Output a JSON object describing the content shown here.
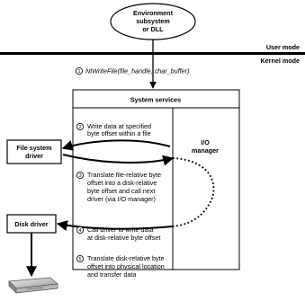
{
  "env_node": {
    "lines": [
      "Environment",
      "subsystem",
      "or DLL"
    ]
  },
  "modes": {
    "user": "User mode",
    "kernel": "Kernel mode"
  },
  "steps": [
    {
      "num": "1",
      "text": [
        "NtWriteFile(file_handle, char_buffer)"
      ]
    },
    {
      "num": "2",
      "text": [
        "Write data at specified",
        "byte offset within a file"
      ]
    },
    {
      "num": "3",
      "text": [
        "Translate file-relative byte",
        "offset into a disk-relative",
        "byte offset and call next",
        "driver (via I/O manager)"
      ]
    },
    {
      "num": "4",
      "text": [
        "Call driver to write data",
        "at disk-relative byte offset"
      ]
    },
    {
      "num": "5",
      "text": [
        "Translate disk-relative byte",
        "offset into physical location",
        "and transfer data"
      ]
    }
  ],
  "system_services": "System services",
  "io_manager": {
    "lines": [
      "I/O",
      "manager"
    ]
  },
  "fs_driver": {
    "lines": [
      "File system",
      "driver"
    ]
  },
  "disk_driver": "Disk driver",
  "disk_icon": "disk-drive-icon"
}
